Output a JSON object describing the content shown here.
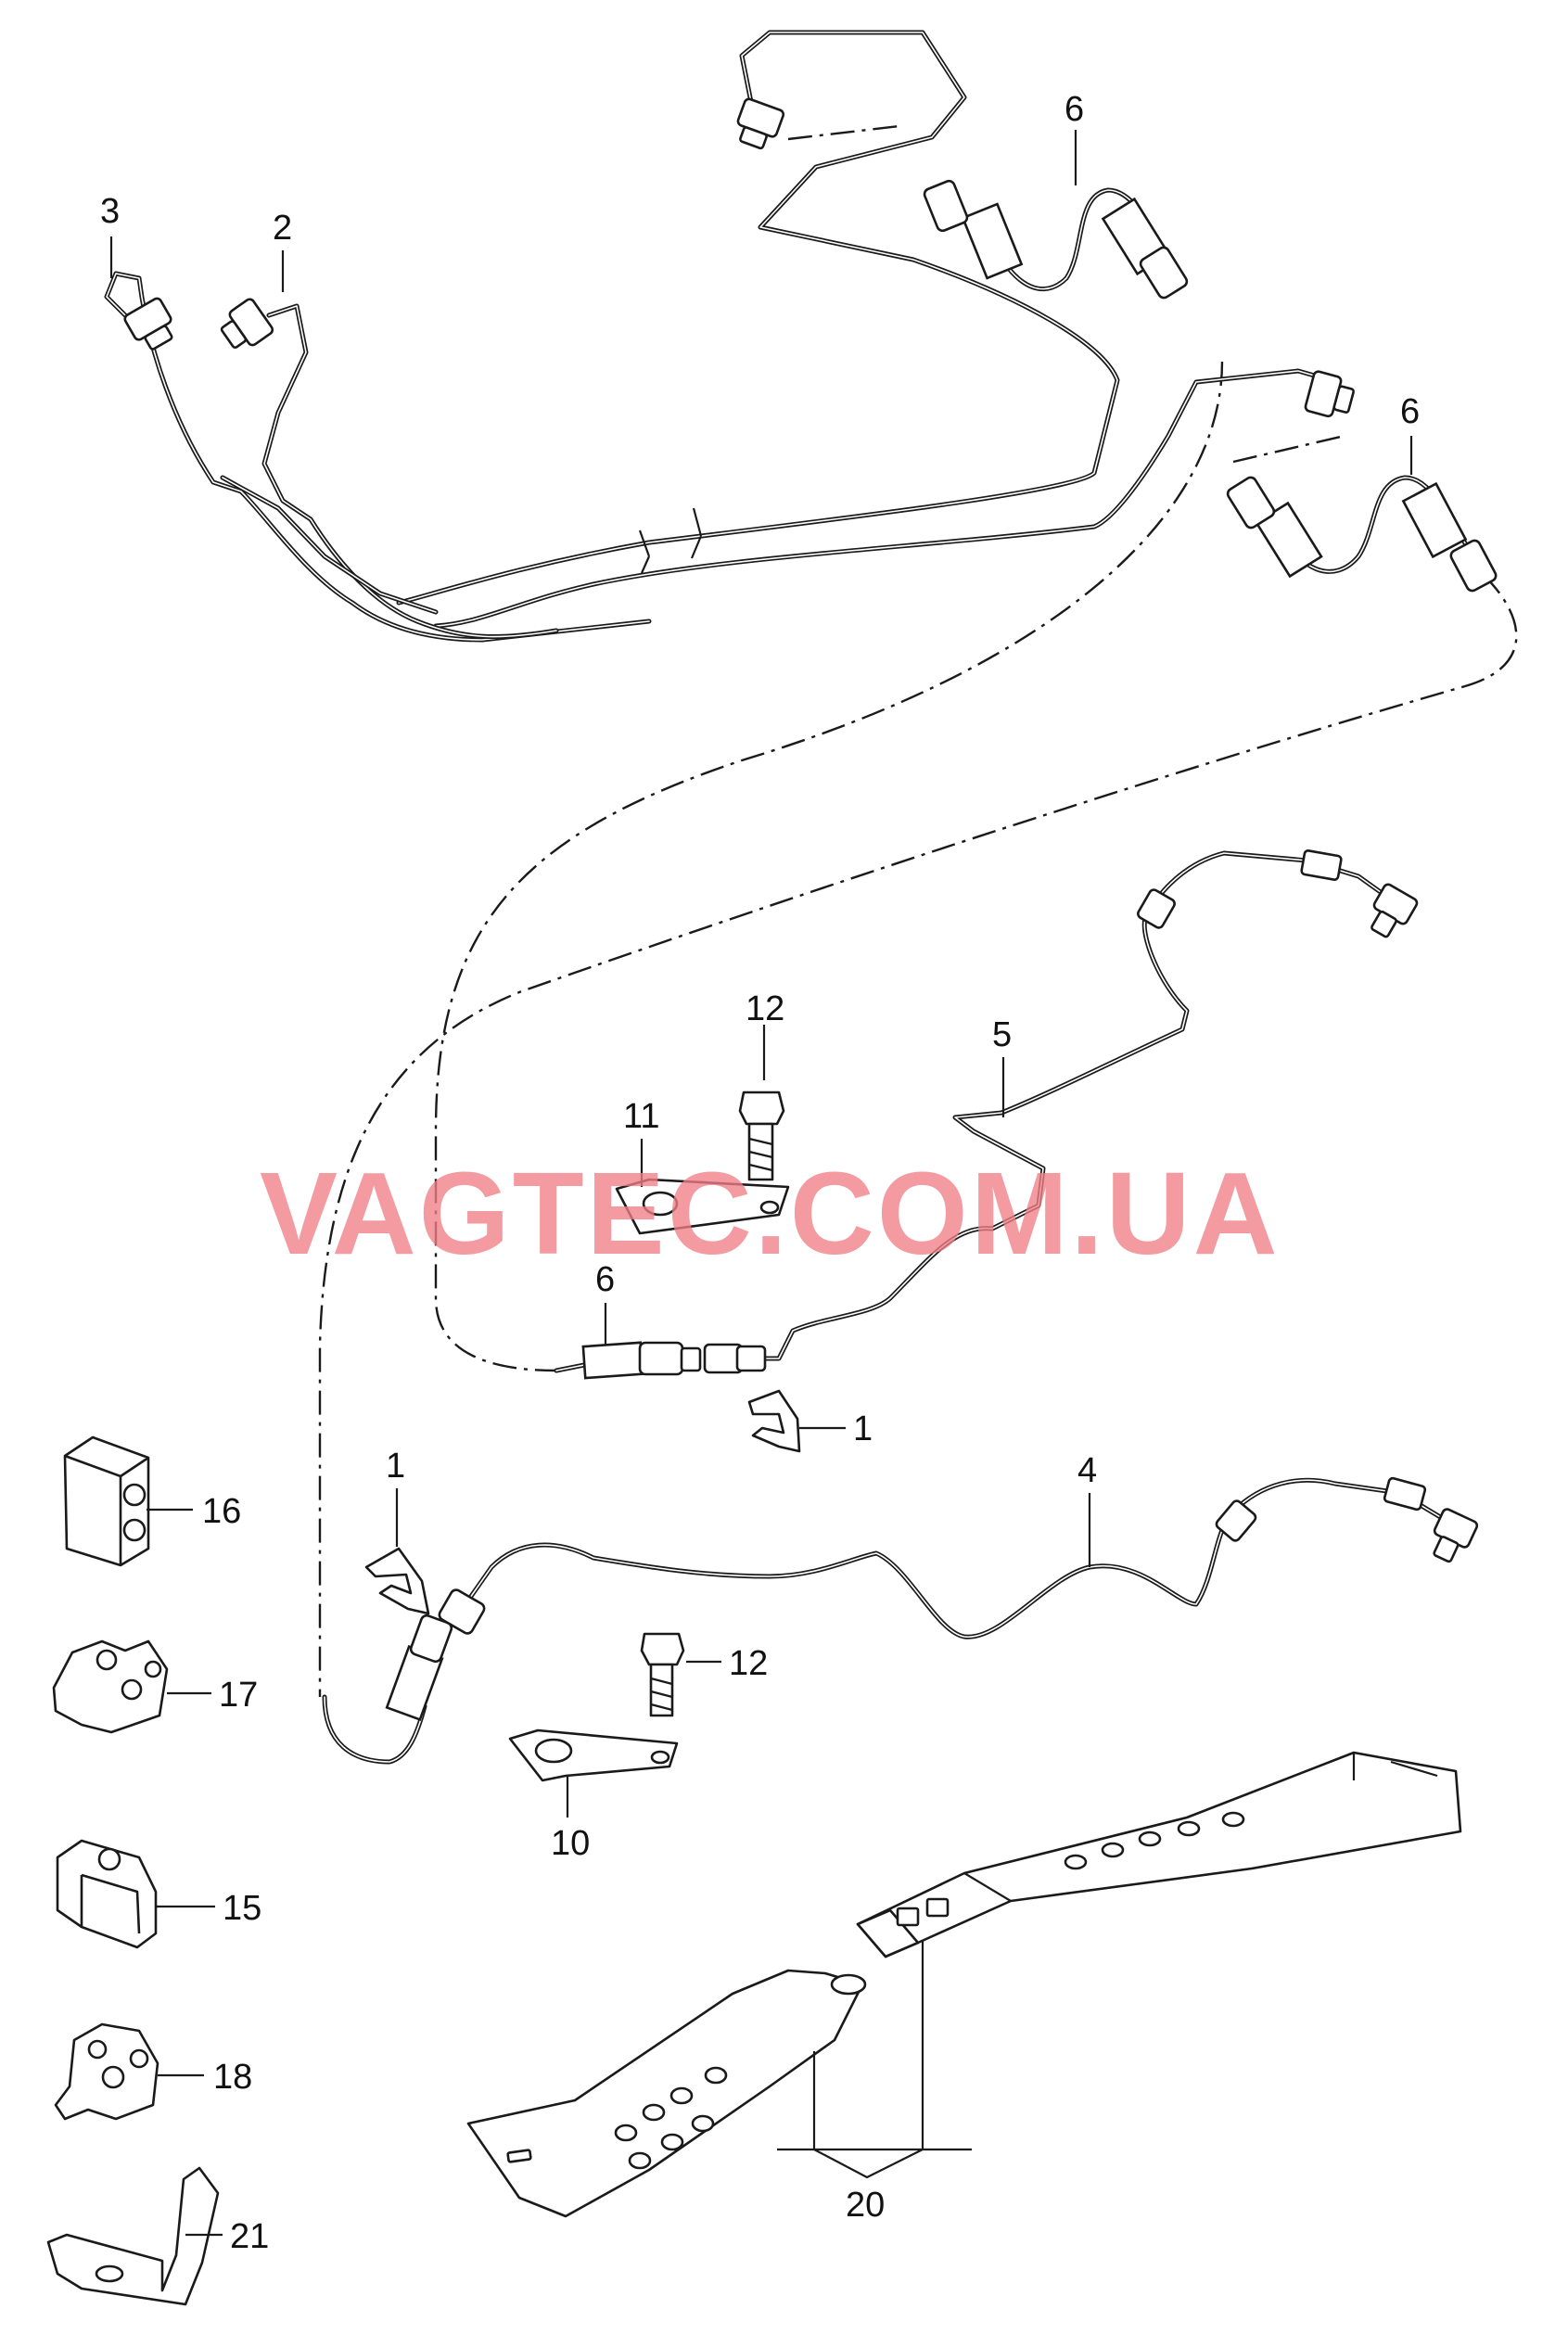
{
  "watermark": "VAGTEC.COM.UA",
  "callouts": [
    "1",
    "1",
    "2",
    "3",
    "4",
    "5",
    "6",
    "6",
    "6",
    "10",
    "11",
    "12",
    "12",
    "15",
    "16",
    "17",
    "18",
    "20",
    "21"
  ],
  "colors": {
    "line": "#1a1a1a",
    "watermark": "#ef7f86",
    "background": "#ffffff"
  }
}
